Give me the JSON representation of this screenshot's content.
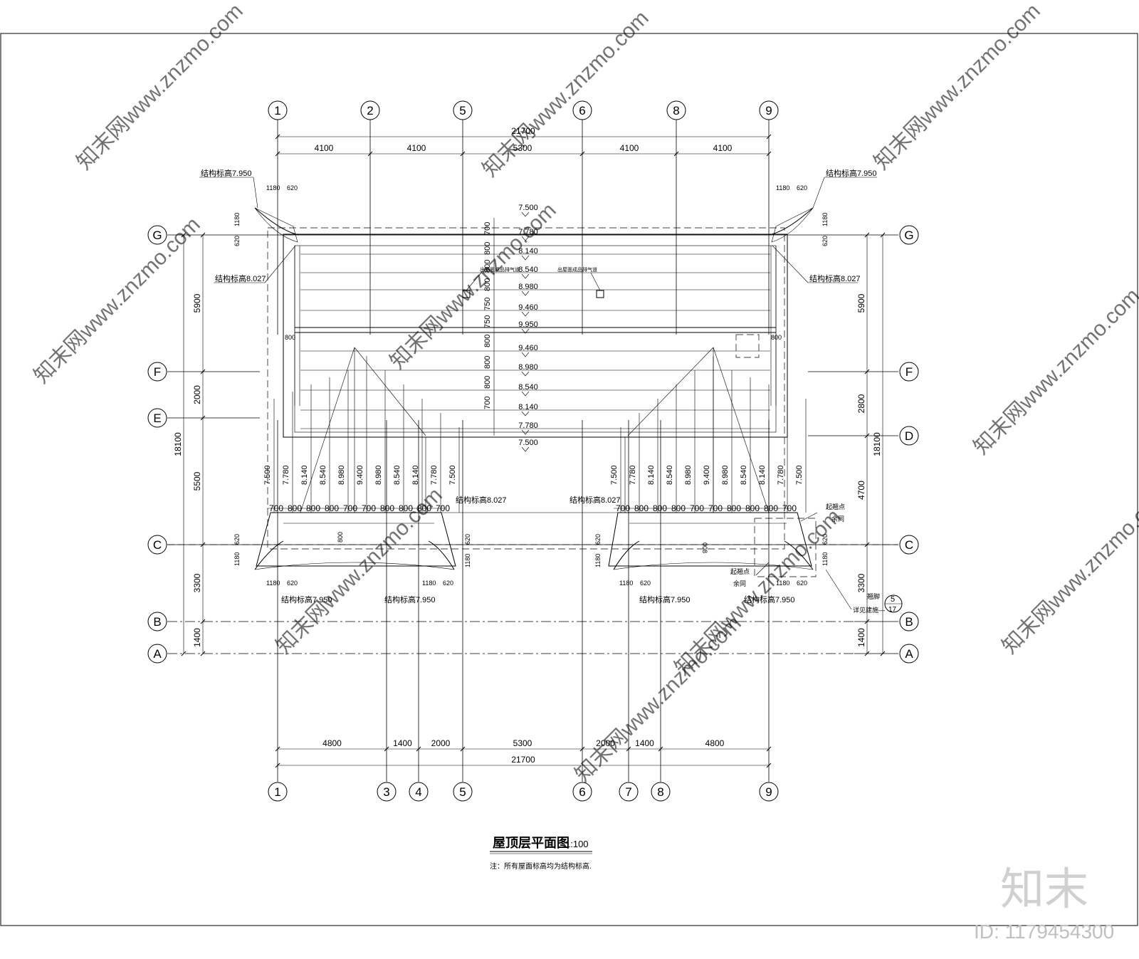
{
  "drawing": {
    "title": "屋顶层平面图",
    "scale": "1:100",
    "note": "注：所有屋面标高均为结构标高.",
    "axes_vertical_top": [
      "1",
      "2",
      "5",
      "6",
      "8",
      "9"
    ],
    "axes_vertical_bottom": [
      "1",
      "3",
      "4",
      "5",
      "6",
      "7",
      "8",
      "9"
    ],
    "axes_horizontal": [
      "G",
      "F",
      "E",
      "D",
      "C",
      "B",
      "A"
    ],
    "top_dims": [
      "4100",
      "4100",
      "5300",
      "4100",
      "4100"
    ],
    "top_total": "21700",
    "bottom_dims": [
      "4800",
      "1400",
      "2000",
      "5300",
      "2000",
      "1400",
      "4800"
    ],
    "bottom_total": "21700",
    "left_dims": [
      "5900",
      "2000",
      "5500",
      "3300",
      "1400"
    ],
    "left_total": "18100",
    "right_dims": [
      "5900",
      "2800",
      "4700",
      "3300",
      "1400"
    ],
    "right_total": "18100",
    "center_elev_labels": [
      "7.500",
      "7.780",
      "8.140",
      "8.540",
      "8.980",
      "9.460",
      "9.950",
      "9.460",
      "8.980",
      "8.540",
      "8.140",
      "7.780",
      "7.500"
    ],
    "center_rib_dims": [
      "700",
      "800",
      "800",
      "800",
      "750",
      "750",
      "800",
      "800",
      "800",
      "700"
    ],
    "wing_elev_labels": [
      "7.500",
      "7.780",
      "8.140",
      "8.540",
      "8.980",
      "9.400",
      "8.980",
      "8.540",
      "8.140",
      "7.780",
      "7.500"
    ],
    "wing_rib_dims": [
      "700",
      "800",
      "800",
      "800",
      "700",
      "700",
      "800",
      "800",
      "800",
      "700"
    ],
    "eave_label_1": "结构标高7.950",
    "eave_label_2": "结构标高8.027",
    "corner_dims": [
      "1180",
      "620"
    ],
    "small_dims": [
      "800",
      "008",
      "800"
    ],
    "vent_label": "出屋面成品排气道",
    "start_point_1": "起翘点",
    "same_1": "余同",
    "start_point_2": "起翘点",
    "same_2": "余同",
    "detail_label": "翘脚",
    "detail_ref": "详见建施—",
    "detail_num": "5",
    "detail_sheet": "17",
    "watermark_text": "知末网www.znzmo.com",
    "brand_logo": "知末",
    "image_id": "ID: 1179454300"
  }
}
